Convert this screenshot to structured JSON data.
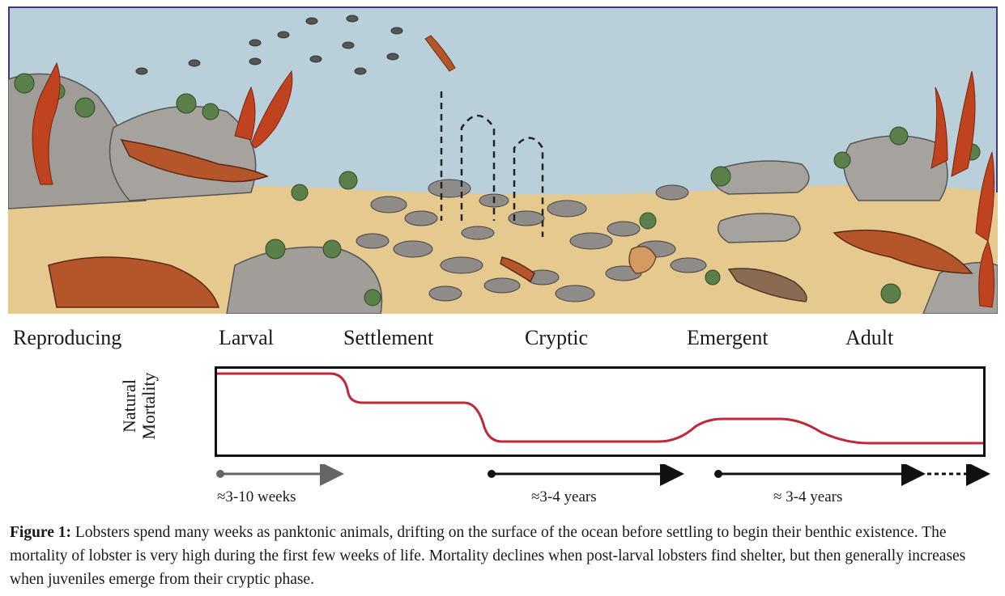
{
  "stages": [
    "Reproducing",
    "Larval",
    "Settlement",
    "Cryptic",
    "Emergent",
    "Adult"
  ],
  "mortality_axis_label_line1": "Natural",
  "mortality_axis_label_line2": "Mortality",
  "mortality_levels": [
    {
      "from": 0.0,
      "to": 0.15,
      "level": "high"
    },
    {
      "from": 0.17,
      "to": 0.33,
      "level": "medium"
    },
    {
      "from": 0.36,
      "to": 0.58,
      "level": "low"
    },
    {
      "from": 0.63,
      "to": 0.73,
      "level": "moderate"
    },
    {
      "from": 0.8,
      "to": 1.0,
      "level": "low"
    }
  ],
  "durations": [
    "≈3-10 weeks",
    "≈3-4 years",
    "≈ 3-4 years"
  ],
  "caption": {
    "label": "Figure 1:",
    "text": " Lobsters spend many weeks as panktonic animals, drifting on the surface of the ocean before settling to begin their benthic existence. The mortality of lobster is very high during the first few weeks of life. Mortality declines when post-larval lobsters find shelter, but then generally increases when juveniles emerge from their cryptic phase."
  },
  "colors": {
    "water": "#b9cfd9",
    "sand": "#e6c98e",
    "rock": "#9e9a96",
    "lobster": "#b5562a",
    "kelp": "#c0431f",
    "mortality_line": "#c0283a"
  }
}
